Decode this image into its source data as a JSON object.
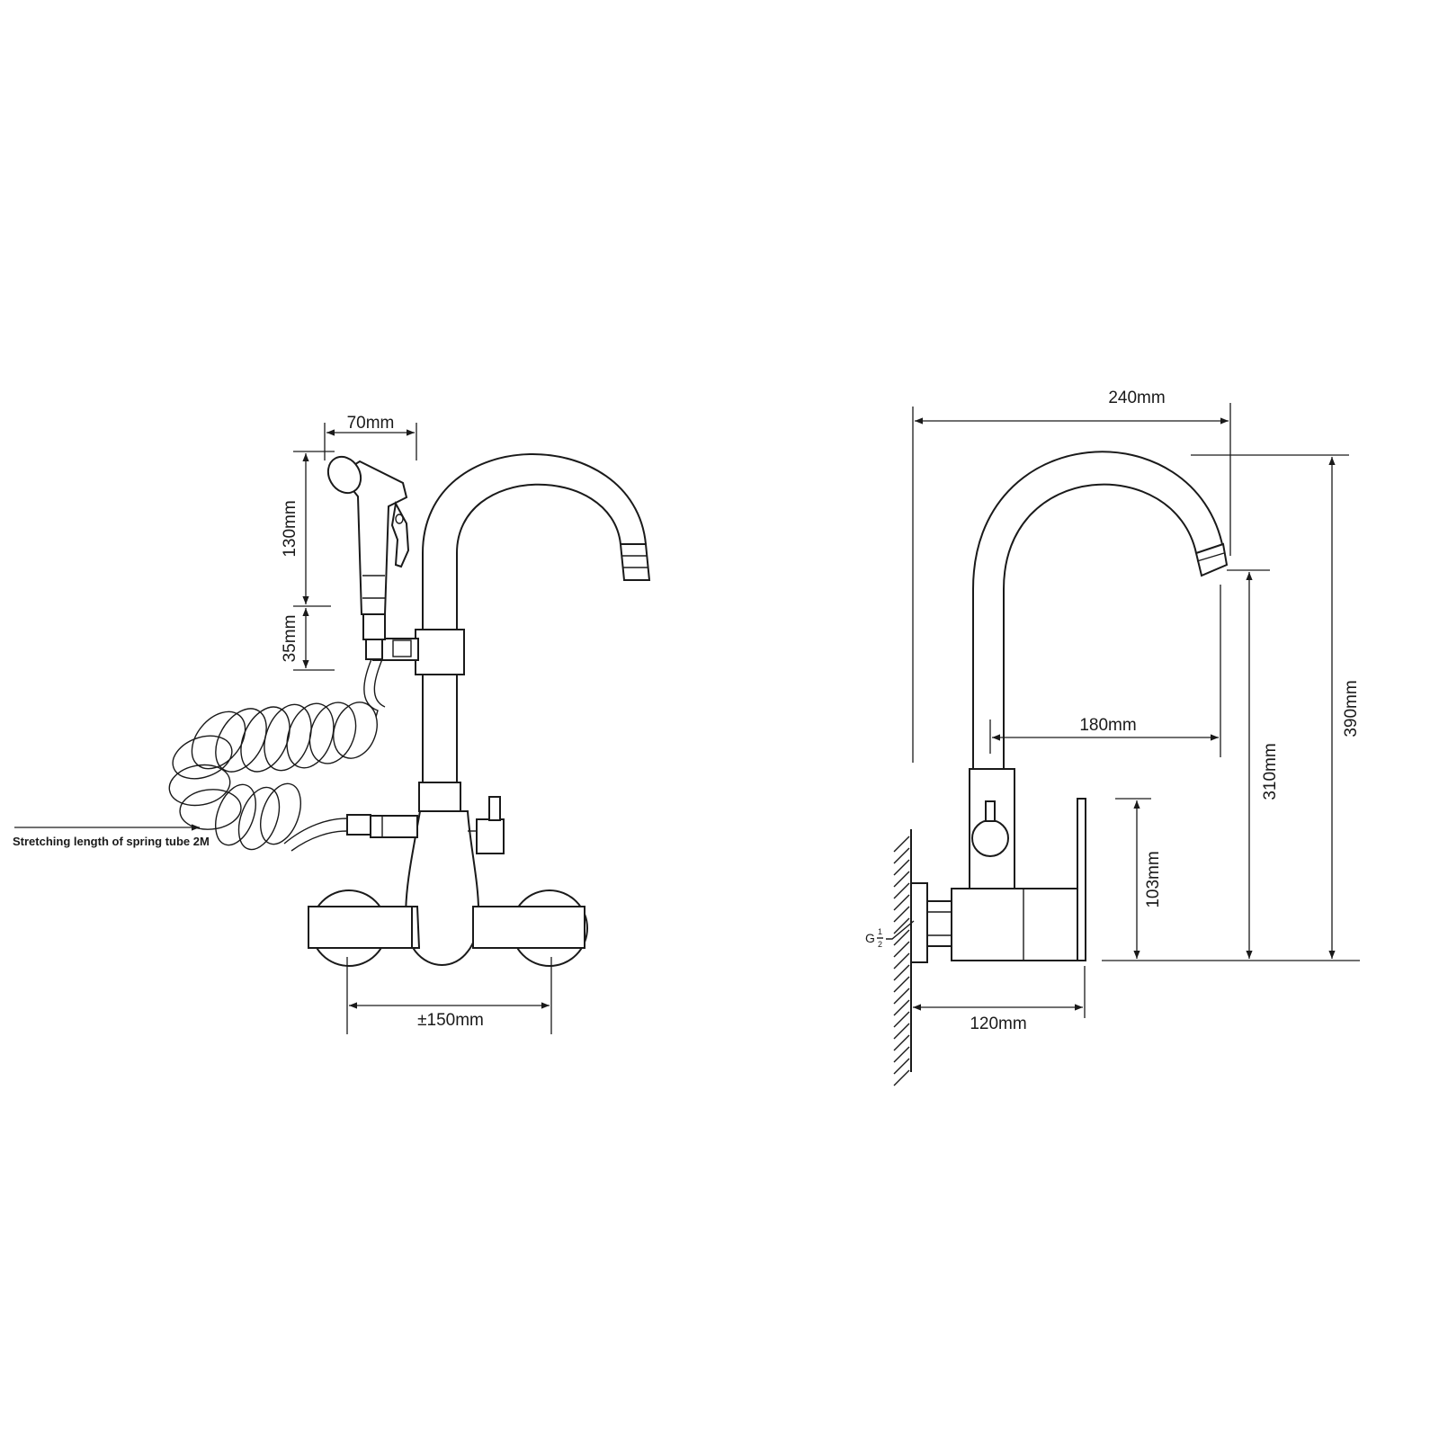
{
  "front_view": {
    "dim_sprayer_width": "70mm",
    "dim_sprayer_height": "130mm",
    "dim_holder_height": "35mm",
    "dim_handle_spacing": "±150mm",
    "hose_note": "Stretching length of spring tube 2M"
  },
  "side_view": {
    "dim_total_reach": "240mm",
    "dim_spout_reach": "180mm",
    "dim_body_height": "103mm",
    "dim_wall_projection": "120mm",
    "dim_spout_height": "310mm",
    "dim_total_height": "390mm",
    "thread_letter": "G",
    "thread_num": "1",
    "thread_den": "2"
  },
  "colors": {
    "line": "#1a1a1a",
    "background": "#ffffff"
  }
}
